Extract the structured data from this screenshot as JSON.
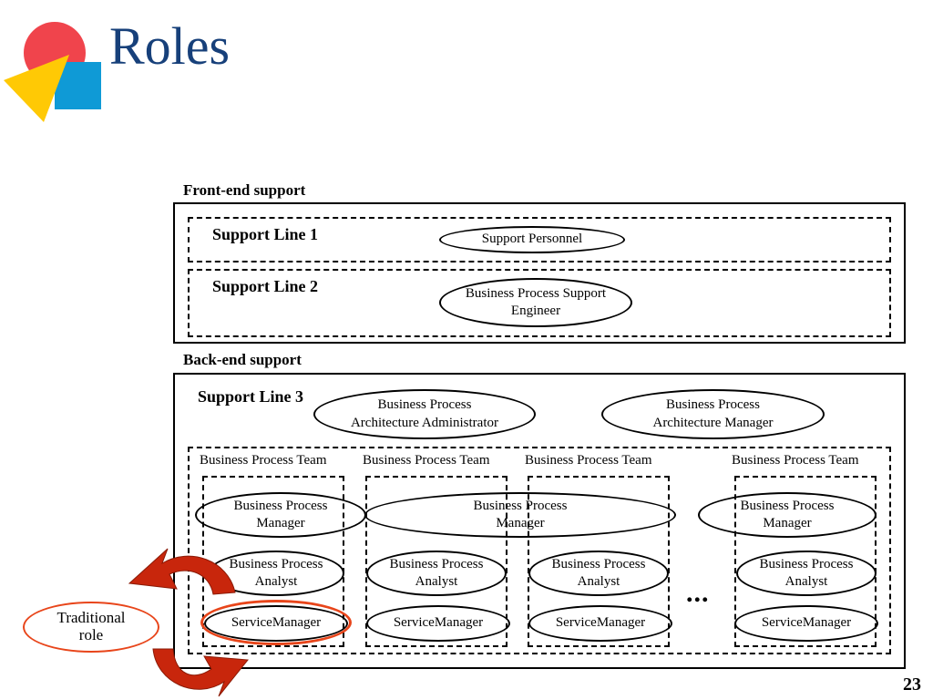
{
  "slide": {
    "title": "Roles",
    "page_number": "23"
  },
  "front_end": {
    "label": "Front-end support",
    "line1": {
      "label": "Support Line 1",
      "role": "Support Personnel"
    },
    "line2": {
      "label": "Support Line 2",
      "role": "Business Process Support\nEngineer"
    }
  },
  "back_end": {
    "label": "Back-end support",
    "line3": {
      "label": "Support Line 3",
      "architecture_admin": "Business Process\nArchitecture Administrator",
      "architecture_manager": "Business Process\nArchitecture Manager"
    },
    "teams": [
      {
        "label": "Business Process Team",
        "manager": "Business Process\nManager",
        "analyst": "Business Process\nAnalyst",
        "service_manager": "ServiceManager"
      },
      {
        "label": "Business Process Team",
        "analyst": "Business Process\nAnalyst",
        "service_manager": "ServiceManager"
      },
      {
        "label": "Business Process Team",
        "analyst": "Business Process\nAnalyst",
        "service_manager": "ServiceManager"
      },
      {
        "label": "Business Process Team",
        "manager": "Business Process\nManager",
        "analyst": "Business Process\nAnalyst",
        "service_manager": "ServiceManager"
      }
    ],
    "shared_manager": "Business Process\nManager",
    "ellipsis": "..."
  },
  "traditional_role": "Traditional\nrole",
  "colors": {
    "title": "#17407a",
    "highlight": "#e8451a",
    "arrow": "#c8260c",
    "logo_red": "#f0444c",
    "logo_yellow": "#ffc905",
    "logo_blue": "#0f9ad6"
  }
}
